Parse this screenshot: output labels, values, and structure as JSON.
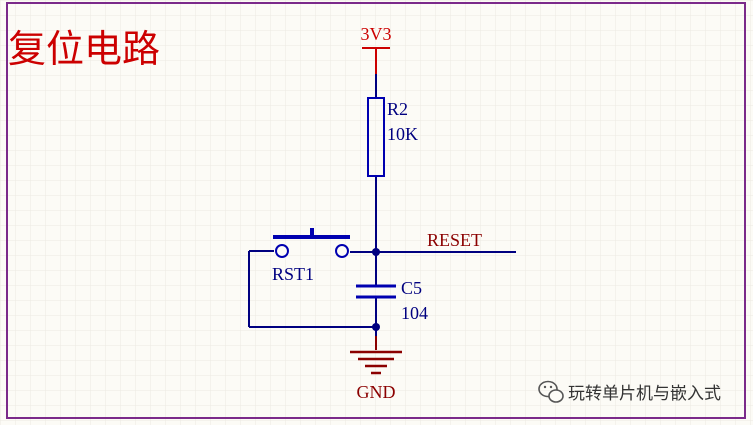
{
  "title": "复位电路",
  "colors": {
    "sheet_background": "#fcfbf6",
    "grid": "#ece9e2",
    "border": "#7b2a8a",
    "wire": "#000080",
    "component": "#0000b0",
    "junction": "#000080",
    "power": "#cc0000",
    "ground": "#8b0000",
    "designator": "#000080",
    "net_label": "#8b0000",
    "title": "#cc0000",
    "watermark_text": "#333333"
  },
  "components": {
    "power": {
      "net": "3V3"
    },
    "resistor": {
      "designator": "R2",
      "value": "10K"
    },
    "capacitor": {
      "designator": "C5",
      "value": "104"
    },
    "switch": {
      "designator": "RST1"
    },
    "ground": {
      "net": "GND"
    }
  },
  "net_labels": {
    "reset": "RESET"
  },
  "watermark": {
    "text": "玩转单片机与嵌入式",
    "icon": "wechat-icon"
  }
}
